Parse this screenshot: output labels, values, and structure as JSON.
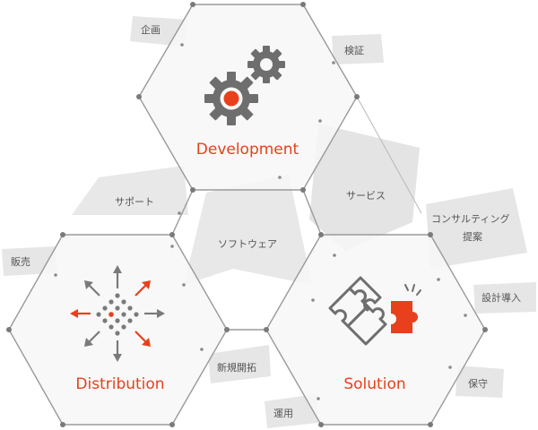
{
  "hexes": {
    "development": {
      "title": "Development",
      "icon": "gears-icon"
    },
    "distribution": {
      "title": "Distribution",
      "icon": "distribution-arrows-icon"
    },
    "solution": {
      "title": "Solution",
      "icon": "puzzle-icon"
    }
  },
  "tags": {
    "kikaku": "企画",
    "kensho": "検証",
    "support": "サポート",
    "service": "サービス",
    "software": "ソフトウェア",
    "consulting_line1": "コンサルティング",
    "consulting_line2": "提案",
    "hanbai": "販売",
    "sekkei": "設計導入",
    "shinki": "新規開拓",
    "hoshu": "保守",
    "unyo": "運用"
  },
  "colors": {
    "accent": "#e8401c",
    "hex_stroke": "#9a9a9a",
    "hex_fill": "#f7f7f7",
    "band": "#e3e3e3",
    "icon_gray": "#6e6e6e"
  }
}
